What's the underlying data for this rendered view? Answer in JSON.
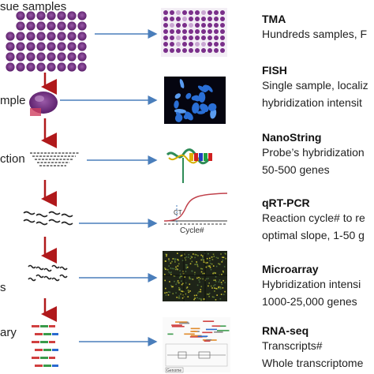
{
  "left_labels": [
    "sue samples",
    "mple",
    "ction",
    "s",
    "ary"
  ],
  "rows": [
    {
      "title": "TMA",
      "desc": [
        "Hundreds samples, F"
      ]
    },
    {
      "title": "FISH",
      "desc": [
        "Single sample, localiz",
        "hybridization intensit"
      ]
    },
    {
      "title": "NanoString",
      "desc": [
        "Probe’s hybridization",
        "50-500 genes"
      ]
    },
    {
      "title": "qRT-PCR",
      "desc": [
        "Reaction cycle# to re",
        "optimal slope, 1-50 g"
      ]
    },
    {
      "title": "Microarray",
      "desc": [
        "Hybridization intensi",
        "1000-25,000 genes"
      ]
    },
    {
      "title": "RNA-seq",
      "desc": [
        "Transcripts#",
        "Whole transcriptome"
      ]
    }
  ],
  "pcr_axis_label": "Cycle#",
  "pcr_threshold_label": "CT",
  "genome_label": "Genome",
  "colors": {
    "tissue": "#7a2f8a",
    "arrow_blue": "#4a7ebb",
    "arrow_red": "#b0191b",
    "fish_bg": "#050510",
    "fish_blue": "#2a6fd6",
    "microarray_bg": "#1e2418",
    "pcr_curve": "#c0404a"
  }
}
